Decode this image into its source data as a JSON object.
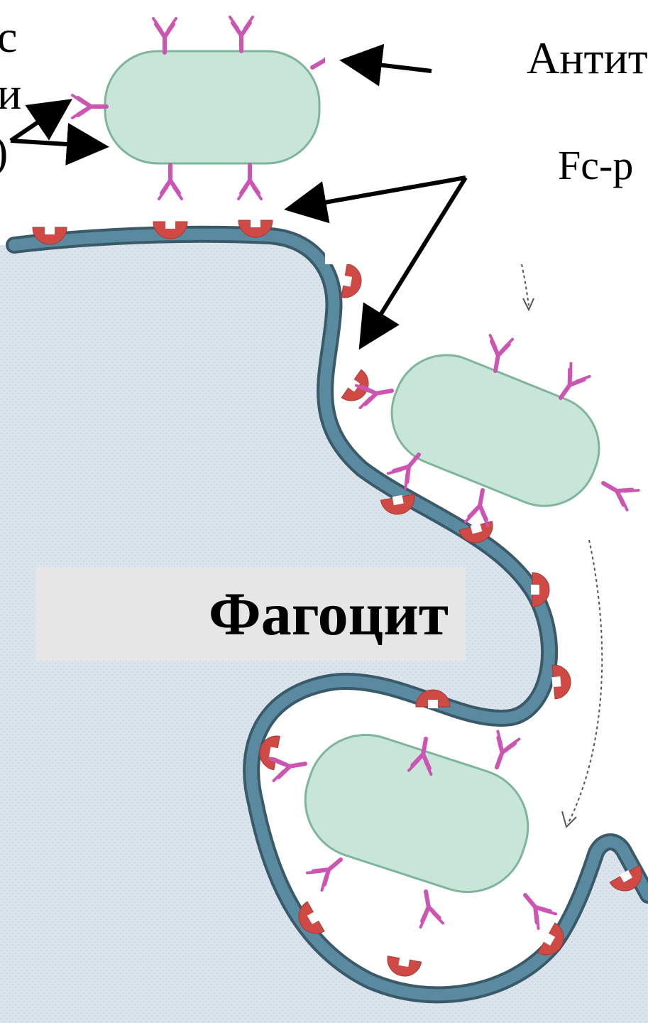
{
  "diagram": {
    "labels": {
      "phagocyte": "Фагоцит",
      "antibody": "Антит",
      "fc_receptor": "Fc-р",
      "left_fragment_line1": "с",
      "left_fragment_line2": "и",
      "left_fragment_line3": ")"
    },
    "colors": {
      "cytoplasm": "#dde6ee",
      "membrane": "#4f7a8f",
      "membrane_edge": "#3a5a6a",
      "bacterium": "#c7e6d7",
      "bacterium_edge": "#7fb59c",
      "antibody": "#cc55b3",
      "receptor": "#cf4a45",
      "arrow": "#000000",
      "label_box": "#e6e6e6"
    }
  }
}
